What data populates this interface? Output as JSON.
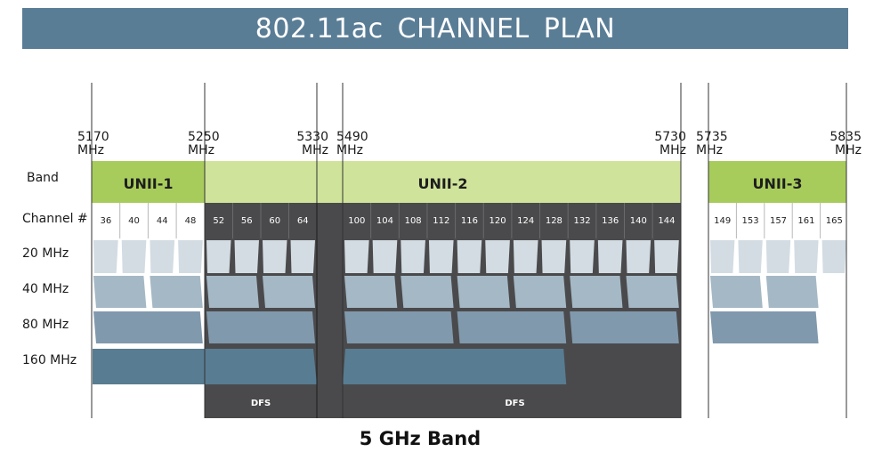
{
  "title": "802.11ac  CHANNEL  PLAN",
  "caption": "5 GHz Band",
  "row_labels": {
    "band": "Band",
    "channel": "Channel #",
    "w20": "20 MHz",
    "w40": "40 MHz",
    "w80": "80 MHz",
    "w160": "160 MHz"
  },
  "frequencies": [
    {
      "value": "5170",
      "unit": "MHz"
    },
    {
      "value": "5250",
      "unit": "MHz"
    },
    {
      "value": "5330",
      "unit": "MHz"
    },
    {
      "value": "5490",
      "unit": "MHz"
    },
    {
      "value": "5730",
      "unit": "MHz"
    },
    {
      "value": "5735",
      "unit": "MHz"
    },
    {
      "value": "5835",
      "unit": "MHz"
    }
  ],
  "bands": [
    {
      "name": "UNII-1",
      "color": "#a8cc5c"
    },
    {
      "name": "UNII-2",
      "color": "#cfe39a"
    },
    {
      "name": "UNII-3",
      "color": "#a8cc5c"
    }
  ],
  "channel_groups": [
    {
      "channels": [
        "36",
        "40",
        "44",
        "48"
      ],
      "dfs": false
    },
    {
      "channels": [
        "52",
        "56",
        "60",
        "64"
      ],
      "dfs": true
    },
    {
      "channels": [
        "100",
        "104",
        "108",
        "112",
        "116",
        "120",
        "124",
        "128",
        "132",
        "136",
        "140",
        "144"
      ],
      "dfs": true
    },
    {
      "channels": [
        "149",
        "153",
        "157",
        "161",
        "165"
      ],
      "dfs": false
    }
  ],
  "dfs_label": "DFS",
  "colors": {
    "banner": "#5a7d96",
    "dfs_background": "#4a4a4c",
    "w20": "#d3dce3",
    "w40": "#a5b8c5",
    "w80": "#8199ad",
    "w160": "#587c92"
  }
}
